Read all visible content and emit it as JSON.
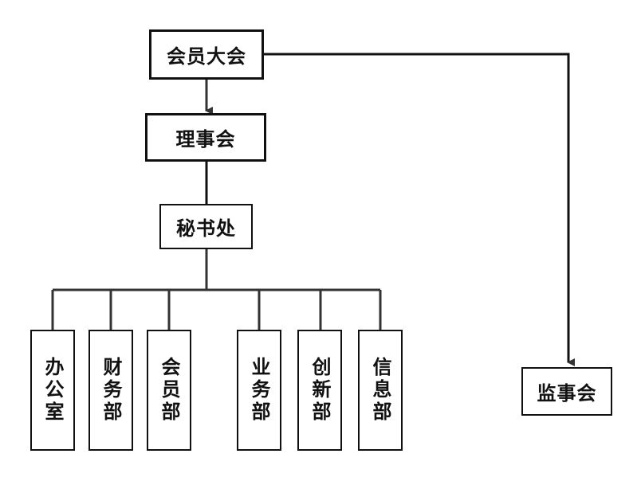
{
  "chart": {
    "top": "会员大会",
    "board": "理事会",
    "secretariat": "秘书处",
    "supervisory": "监事会",
    "departments": [
      "办公室",
      "财务部",
      "会员部",
      "业务部",
      "创新部",
      "信息部"
    ]
  }
}
